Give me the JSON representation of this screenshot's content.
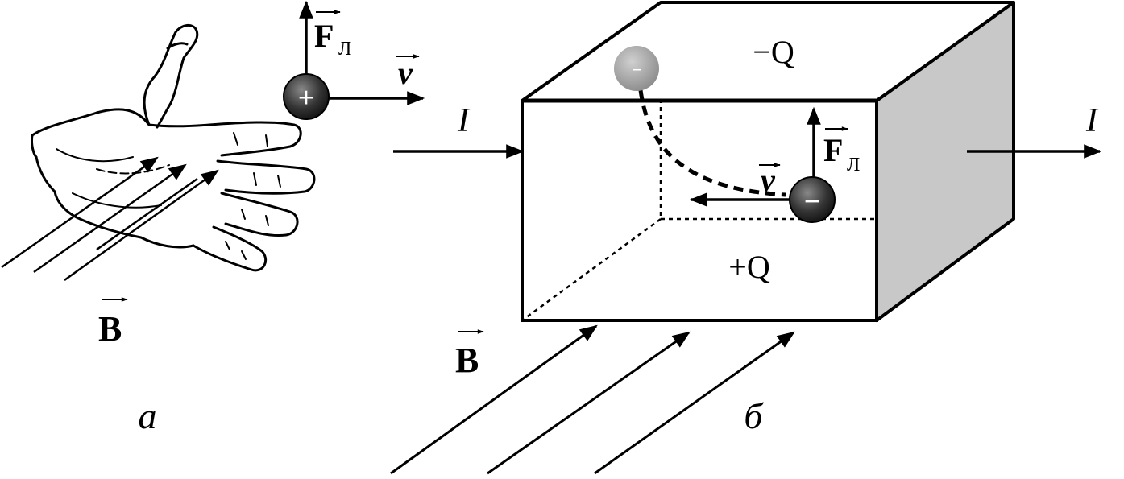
{
  "panel_a": {
    "caption": "а",
    "field_label": "B",
    "force_label_main": "F",
    "force_label_sub": "Л",
    "velocity_label": "v",
    "charge_sign": "+"
  },
  "panel_b": {
    "caption": "б",
    "field_label": "B",
    "current_in_label": "I",
    "current_out_label": "I",
    "top_charge_label": "−Q",
    "bottom_charge_label": "+Q",
    "force_label_main": "F",
    "force_label_sub": "Л",
    "velocity_label": "v",
    "electron_sign": "−",
    "ghost_electron_sign": "−"
  },
  "colors": {
    "ink": "#000000",
    "shaded_face": "#c8c8c8",
    "ghost_electron": "#9a9a9a",
    "dark_particle": "#333333"
  }
}
